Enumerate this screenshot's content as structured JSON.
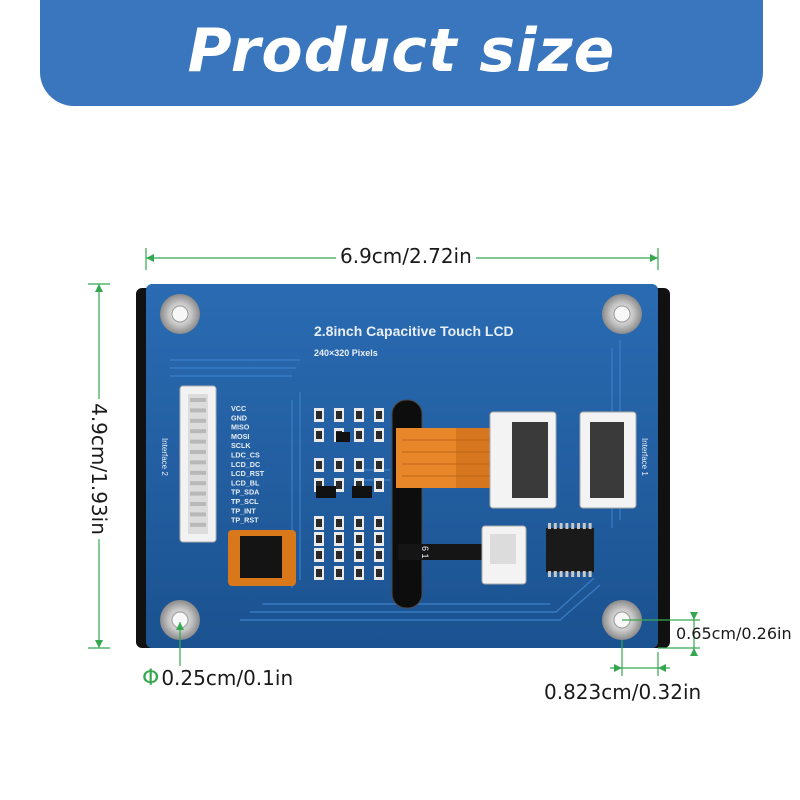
{
  "header": {
    "title": "Product size"
  },
  "dimensions": {
    "width": "6.9cm/2.72in",
    "height": "4.9cm/1.93in",
    "hole_symbol": "Φ",
    "hole_diameter": "0.25cm/0.1in",
    "hole_offset_vertical": "0.65cm/0.26in",
    "hole_offset_horizontal": "0.823cm/0.32in"
  },
  "board": {
    "title": "2.8inch Capacitive Touch LCD",
    "subtitle": "240×320 Pixels",
    "interface_left": "Interface 2",
    "interface_right": "Interface 1",
    "pins": [
      "VCC",
      "GND",
      "MISO",
      "MOSI",
      "SCLK",
      "LDC_CS",
      "LCD_DC",
      "LCD_RST",
      "LCD_BL",
      "TP_SDA",
      "TP_SCL",
      "TP_INT",
      "TP_RST"
    ],
    "connector_label": "6 1"
  },
  "colors": {
    "banner": "#3a76be",
    "pcb": "#1f5a9c",
    "dimension_line": "#35a84f",
    "flex_cable": "#e8872a"
  }
}
